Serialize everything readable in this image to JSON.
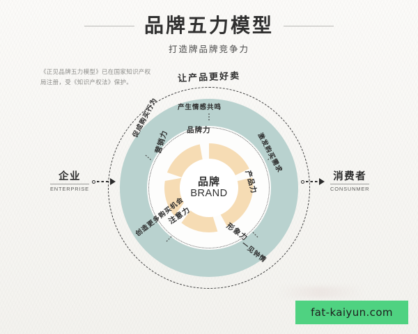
{
  "header": {
    "title": "品牌五力模型",
    "subtitle": "打造牌品牌竞争力"
  },
  "legal_note": "《正见品牌五力模型》已在国家知识产权局注册，受《知识产权法》保护。",
  "arc_caption": "让产品更好卖",
  "endpoints": {
    "left": {
      "cn": "企业",
      "en": "ENTERPRISE"
    },
    "right": {
      "cn": "消费者",
      "en": "CONSUNMER"
    }
  },
  "center": {
    "cn": "品牌",
    "en": "BRAND"
  },
  "inner_labels": [
    {
      "text": "品牌力",
      "position": "top"
    },
    {
      "text": "产品力",
      "position": "right"
    },
    {
      "text": "形象力",
      "position": "bottom-right"
    },
    {
      "text": "注意力",
      "position": "bottom-left"
    },
    {
      "text": "营销力",
      "position": "left"
    }
  ],
  "outer_labels": [
    {
      "text": "产生情感共鸣",
      "position": "top"
    },
    {
      "text": "激发购买需求",
      "position": "right"
    },
    {
      "text": "一见钟情",
      "position": "bottom-right"
    },
    {
      "text": "创造更多购买机会",
      "position": "bottom-left"
    },
    {
      "text": "促成购买行为",
      "position": "left"
    }
  ],
  "watermark": {
    "text": "fat-kaiyun.com"
  },
  "colors": {
    "background": "#f7f6f3",
    "outer_ring": "#b9d2cf",
    "mid_ring": "#fdfdfc",
    "petal": "#f6dcb4",
    "center": "#ffffff",
    "text": "#2d2d2d",
    "watermark_bg": "#4fd281"
  }
}
